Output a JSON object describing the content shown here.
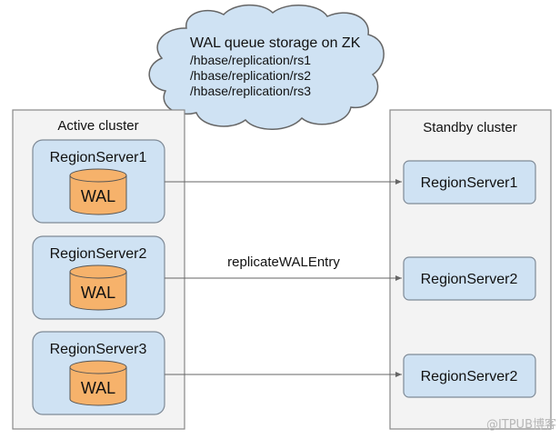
{
  "zk_cloud": {
    "title": "WAL queue storage on ZK",
    "paths": [
      "/hbase/replication/rs1",
      "/hbase/replication/rs2",
      "/hbase/replication/rs3"
    ]
  },
  "active_cluster": {
    "title": "Active cluster",
    "servers": [
      {
        "name": "RegionServer1",
        "wal": "WAL"
      },
      {
        "name": "RegionServer2",
        "wal": "WAL"
      },
      {
        "name": "RegionServer3",
        "wal": "WAL"
      }
    ]
  },
  "standby_cluster": {
    "title": "Standby cluster",
    "servers": [
      {
        "name": "RegionServer1"
      },
      {
        "name": "RegionServer2"
      },
      {
        "name": "RegionServer2"
      }
    ]
  },
  "replication": {
    "label": "replicateWALEntry"
  },
  "watermark": "@ITPUB博客",
  "colors": {
    "cluster_fill": "#f3f3f3",
    "cluster_stroke": "#888888",
    "server_fill": "#cfe2f3",
    "server_stroke": "#7f8a96",
    "wal_fill": "#f6b26b",
    "wal_stroke": "#555555",
    "cloud_fill": "#cfe2f3",
    "cloud_stroke": "#666666",
    "arrow": "#666666"
  }
}
